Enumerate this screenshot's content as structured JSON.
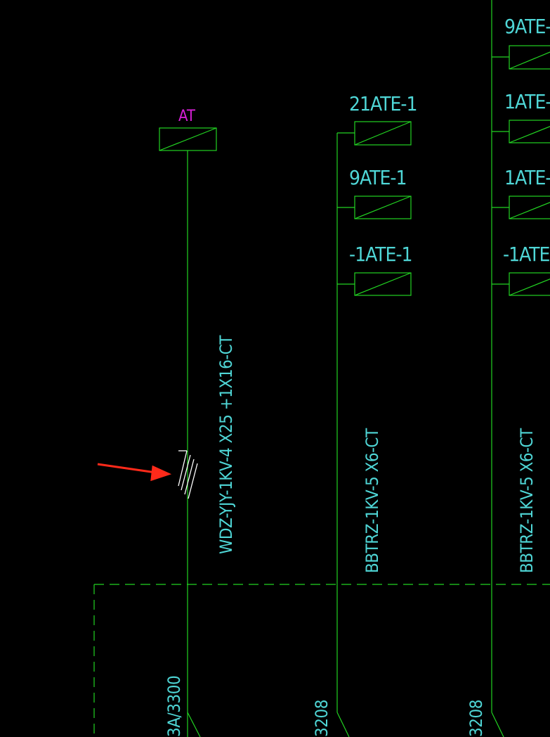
{
  "colors": {
    "background": "#000000",
    "wire": "#22d322",
    "text": "#4fd6d6",
    "panel_label": "#d61fd6",
    "hatch": "#ffffff",
    "pointer_arrow": "#ff2a1a"
  },
  "circuit_at": {
    "panel_label": "AT",
    "cable_spec": "WDZ-YJY-1KV-4 X25 +1X16-CT",
    "breaker_rating": "3A/3300"
  },
  "circuit_2": {
    "loads": [
      "21ATE-1",
      "9ATE-1",
      "-1ATE-1"
    ],
    "cable_spec": "BBTRZ-1KV-5 X6-CT",
    "breaker_rating": "3208"
  },
  "circuit_3": {
    "loads": [
      "9ATE-",
      "1ATE-",
      "1ATE-",
      "-1ATE"
    ],
    "cable_spec": "BBTRZ-1KV-5 X6-CT",
    "breaker_rating": "3208"
  }
}
